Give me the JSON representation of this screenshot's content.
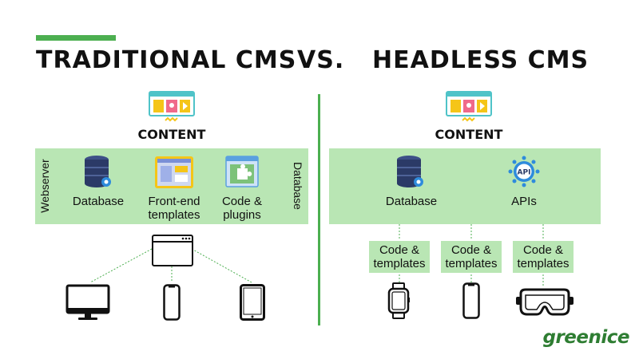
{
  "header": {
    "left_title": "TRADITIONAL CMS",
    "vs": "VS.",
    "right_title": "HEADLESS CMS"
  },
  "traditional": {
    "content_label": "CONTENT",
    "side_left_label": "Webserver",
    "side_right_label": "Database",
    "items": [
      {
        "label_line1": "Database",
        "label_line2": ""
      },
      {
        "label_line1": "Front-end",
        "label_line2": "templates"
      },
      {
        "label_line1": "Code &",
        "label_line2": "plugins"
      }
    ]
  },
  "headless": {
    "content_label": "CONTENT",
    "items": [
      {
        "label": "Database"
      },
      {
        "label": "APIs"
      }
    ],
    "api_badge": "API",
    "code_boxes": [
      {
        "line1": "Code &",
        "line2": "templates"
      },
      {
        "line1": "Code &",
        "line2": "templates"
      },
      {
        "line1": "Code &",
        "line2": "templates"
      }
    ]
  },
  "logo": {
    "text": "greenice"
  },
  "icons": {
    "content": "content-media-icon",
    "database": "database-server-icon",
    "templates": "front-end-templates-icon",
    "plugins": "puzzle-plugin-icon",
    "api": "api-gear-icon",
    "browser": "browser-window-icon",
    "monitor": "desktop-monitor-icon",
    "phone": "smartphone-icon",
    "tablet": "tablet-icon",
    "watch": "smartwatch-icon",
    "vr": "vr-headset-icon"
  },
  "colors": {
    "accent": "#4caf50",
    "panel": "#b9e6b4",
    "icon_teal": "#4fc3c8",
    "icon_yellow": "#f5c518",
    "icon_pink": "#f06a8a",
    "db_navy": "#2b3a67",
    "gear_blue": "#2e8bdc",
    "logo": "#2e7d32"
  }
}
